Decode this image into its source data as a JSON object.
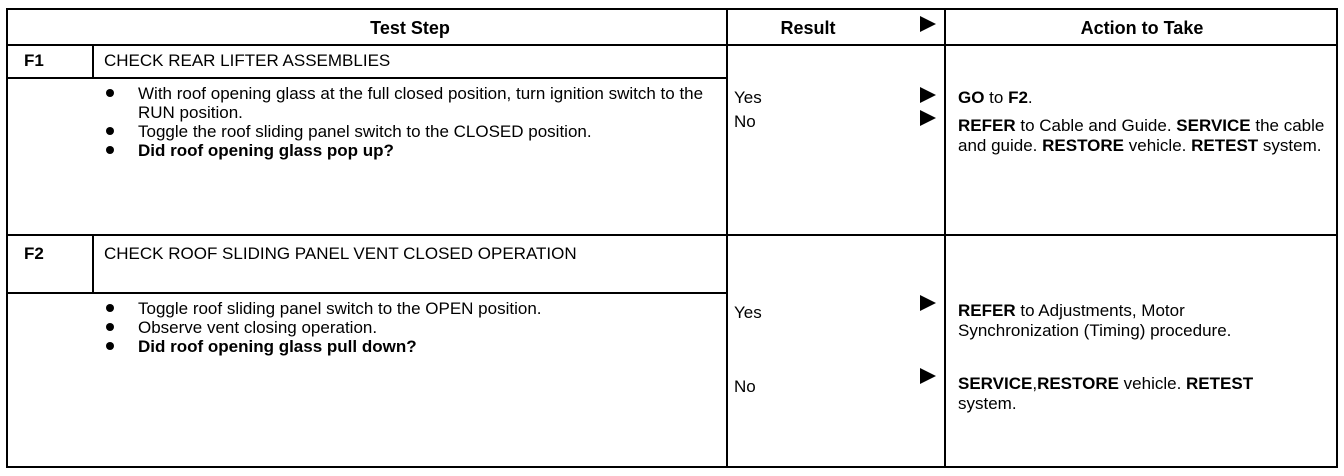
{
  "header": {
    "test_step": "Test Step",
    "result": "Result",
    "action": "Action to Take"
  },
  "steps": [
    {
      "id": "F1",
      "title": "CHECK REAR LIFTER ASSEMBLIES",
      "bullets": [
        {
          "text": "With roof opening glass at the full closed position, turn ignition switch to the RUN position.",
          "bold": false
        },
        {
          "text": "Toggle the roof sliding panel switch to the CLOSED position.",
          "bold": false
        },
        {
          "text": "Did roof opening glass pop up?",
          "bold": true
        }
      ],
      "results": [
        {
          "label": "Yes",
          "action": "GO to F2."
        },
        {
          "label": "No",
          "action": "REFER to Cable and Guide. SERVICE the cable and guide. RESTORE vehicle. RETEST system."
        }
      ]
    },
    {
      "id": "F2",
      "title": "CHECK ROOF SLIDING PANEL VENT CLOSED OPERATION",
      "bullets": [
        {
          "text": "Toggle roof sliding panel switch to the OPEN position.",
          "bold": false
        },
        {
          "text": "Observe vent closing operation.",
          "bold": false
        },
        {
          "text": "Did roof opening glass pull down?",
          "bold": true
        }
      ],
      "results": [
        {
          "label": "Yes",
          "action": "REFER to Adjustments, Motor Synchronization (Timing) procedure."
        },
        {
          "label": "No",
          "action": "SERVICE,RESTORE vehicle. RETEST system."
        }
      ]
    }
  ]
}
